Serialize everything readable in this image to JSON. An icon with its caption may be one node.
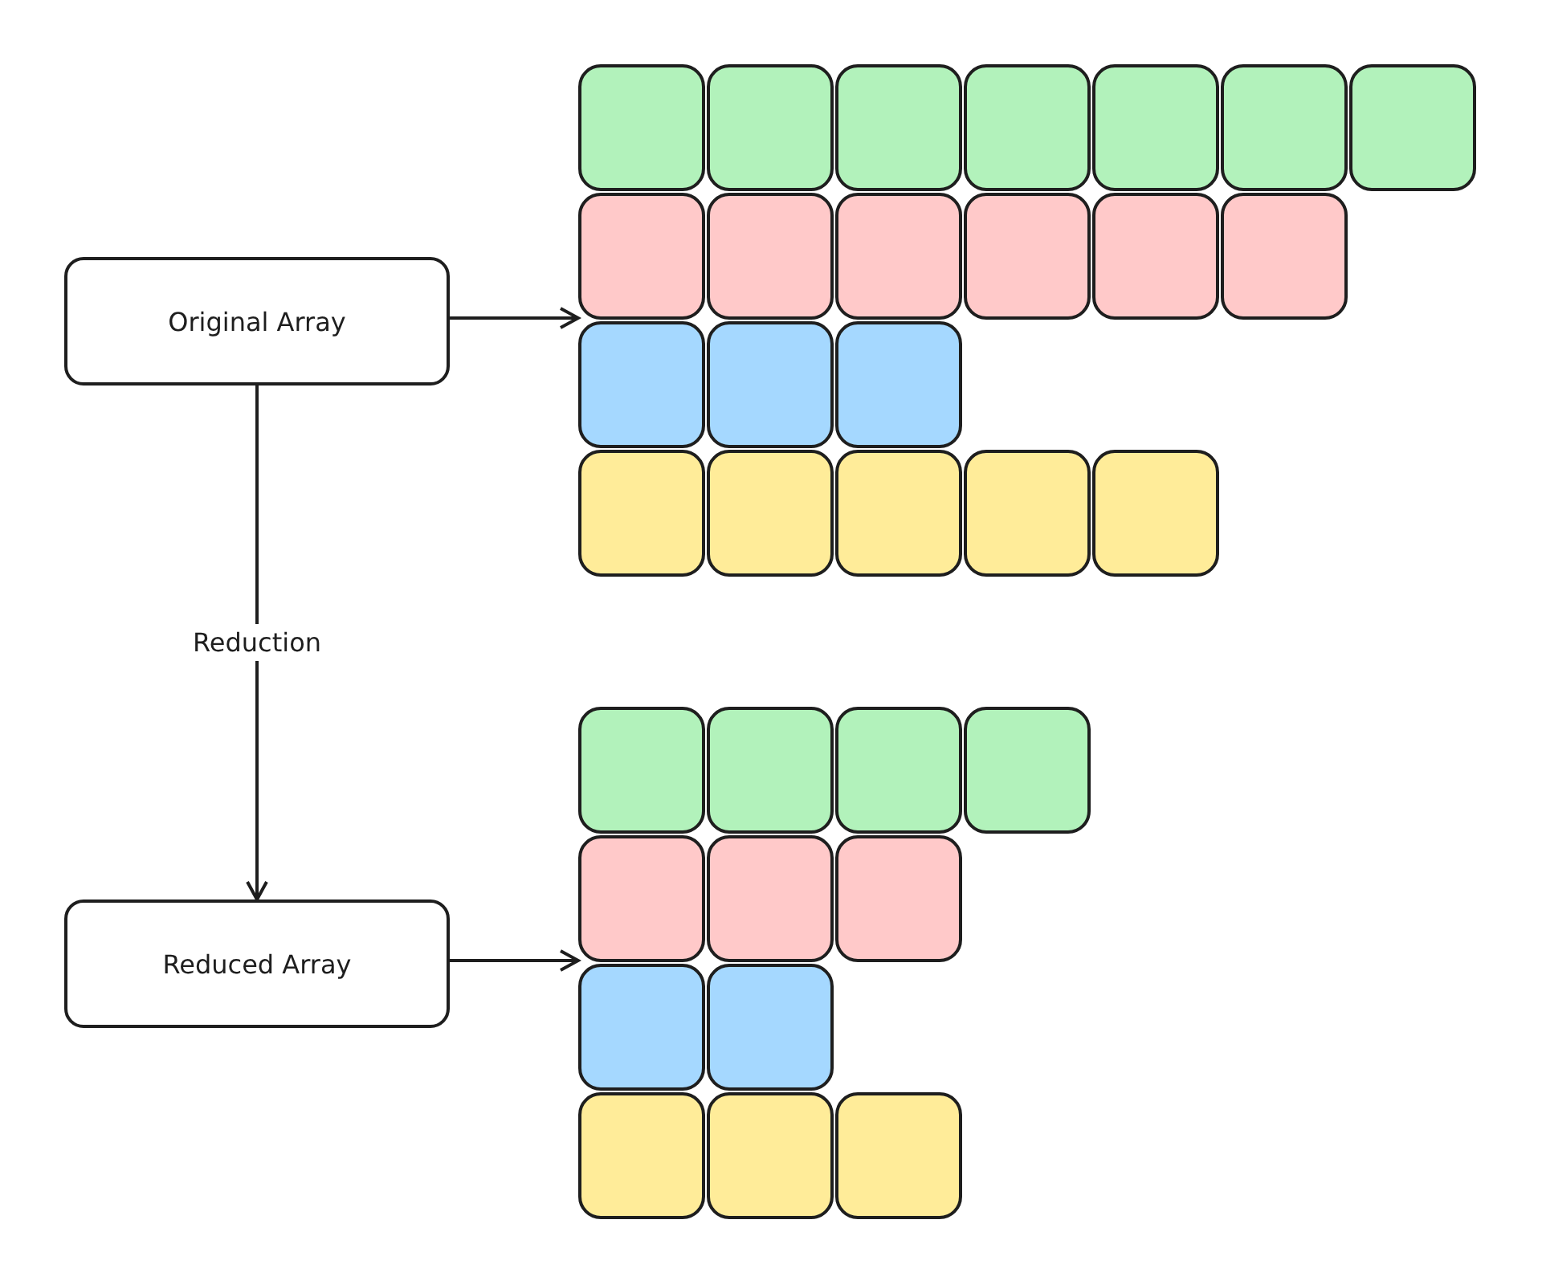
{
  "diagram": {
    "nodes": [
      {
        "text": [
          "Original Array"
        ]
      },
      {
        "text": [
          "Reduced Array"
        ]
      },
      {
        "text": [],
        "shape": "box"
      },
      {
        "text": [],
        "shape": "box"
      },
      {
        "text": [],
        "shape": "box"
      },
      {
        "text": [],
        "shape": "box"
      },
      {
        "text": [],
        "shape": "box"
      },
      {
        "text": [],
        "shape": "box"
      },
      {
        "text": [],
        "shape": "box"
      },
      {
        "text": [],
        "shape": "box"
      },
      {
        "text": [],
        "shape": "box"
      },
      {
        "text": [],
        "shape": "box"
      },
      {
        "text": [],
        "shape": "box"
      },
      {
        "text": [],
        "shape": "box"
      },
      {
        "text": [],
        "shape": "box"
      },
      {
        "text": [],
        "shape": "box"
      },
      {
        "text": [],
        "shape": "box"
      },
      {
        "text": [],
        "shape": "box"
      },
      {
        "text": [],
        "shape": "box"
      },
      {
        "text": [],
        "shape": "box"
      },
      {
        "text": [],
        "shape": "box"
      },
      {
        "text": [],
        "shape": "box"
      },
      {
        "text": [],
        "shape": "box"
      },
      {
        "text": [],
        "shape": "box"
      },
      {
        "text": [],
        "shape": "box"
      },
      {
        "text": [],
        "shape": "box"
      },
      {
        "text": [],
        "shape": "box"
      },
      {
        "text": [],
        "shape": "box"
      },
      {
        "text": [],
        "shape": "box"
      },
      {
        "text": [],
        "shape": "box"
      },
      {
        "text": [],
        "shape": "box"
      },
      {
        "text": [],
        "shape": "box"
      },
      {
        "text": [],
        "shape": "box"
      },
      {
        "text": [],
        "shape": "box"
      },
      {
        "text": [],
        "shape": "box"
      }
    ],
    "edges": [
      {
        "from": 0,
        "to": 9,
        "arrow": "to"
      },
      {
        "from": 0,
        "to": 1,
        "label": "Reduction",
        "arrow": "to"
      },
      {
        "from": 1,
        "to": 27,
        "arrow": "to"
      }
    ]
  }
}
